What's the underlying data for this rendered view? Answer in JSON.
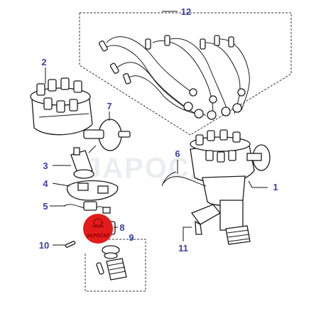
{
  "callouts": {
    "c1": "1",
    "c2": "2",
    "c3": "3",
    "c4": "4",
    "c5": "5",
    "c6": "6",
    "c7": "7",
    "c8": "8",
    "c9": "9",
    "c10": "10",
    "c11": "11",
    "c12": "12"
  },
  "watermark": "JAPOCAT",
  "logo_text": "JAPOCAT",
  "colors": {
    "callout": "#3a3fa8",
    "line": "#1a1a1a",
    "logo": "#e31b1b"
  }
}
